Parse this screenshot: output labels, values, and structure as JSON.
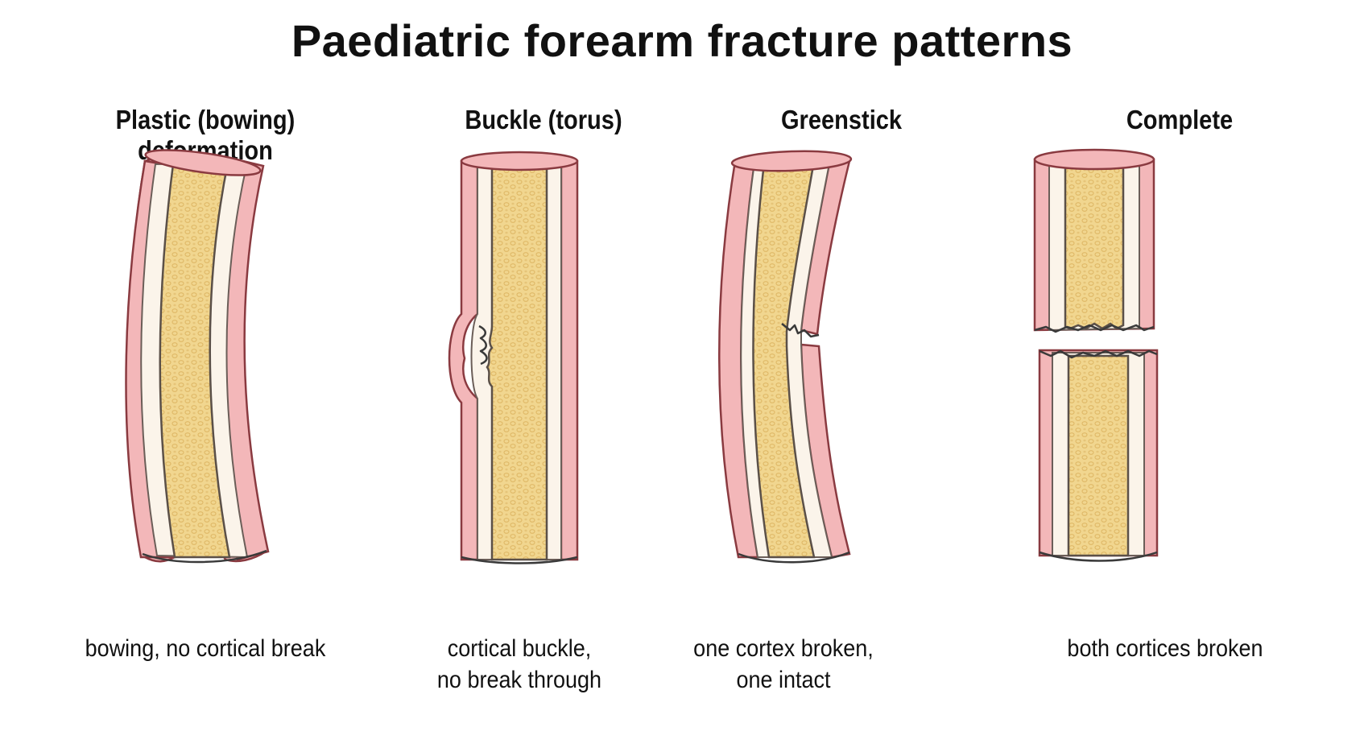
{
  "title": "Paediatric forearm fracture patterns",
  "panels": [
    {
      "label": "Plastic (bowing) deformation",
      "caption": [
        "bowing, no cortical break"
      ]
    },
    {
      "label": "Buckle (torus)",
      "caption": [
        "cortical buckle,",
        "no break through"
      ]
    },
    {
      "label": "Greenstick",
      "caption": [
        "one cortex broken,",
        "one intact"
      ]
    },
    {
      "label": "Complete",
      "caption": [
        "both cortices broken"
      ]
    }
  ],
  "colors": {
    "cortex": "#f3b7b9",
    "cortex_outline": "#8a3a40",
    "inner_layer": "#fbf4ea",
    "marrow": "#f1d68f",
    "marrow_texture": "#dfb866"
  }
}
